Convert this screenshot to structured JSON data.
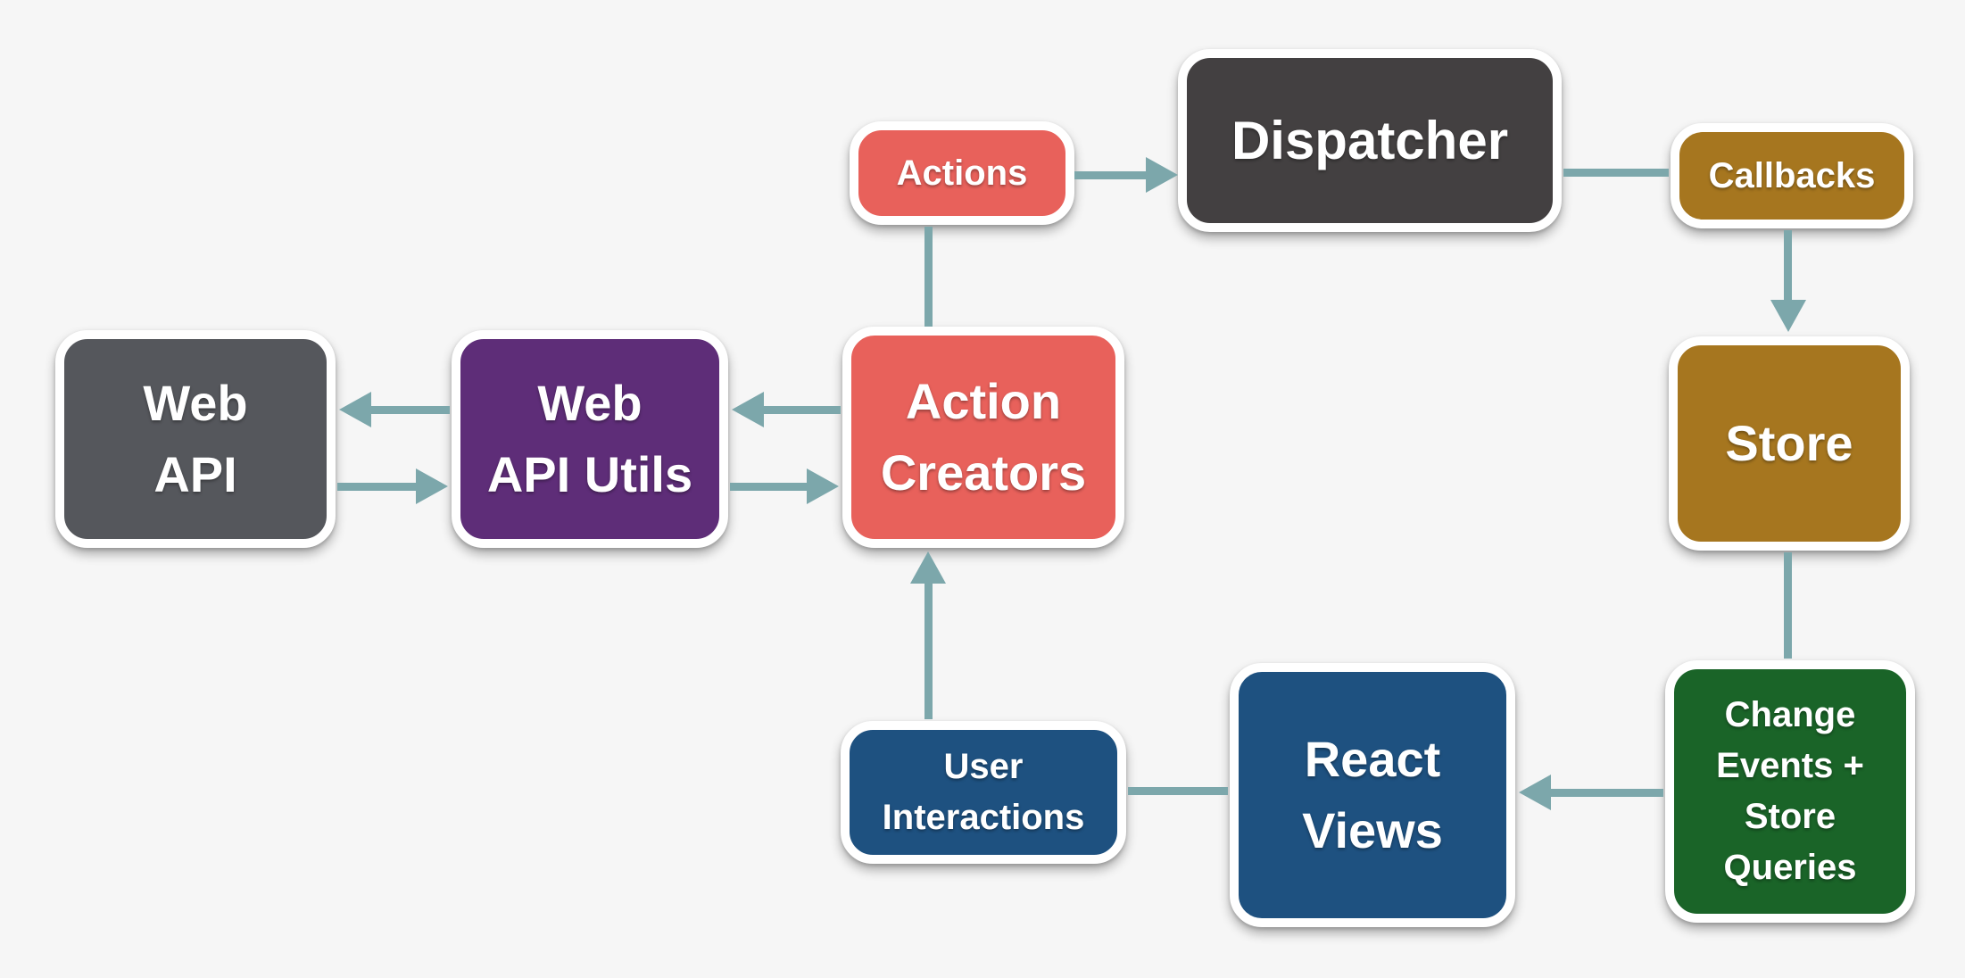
{
  "diagram_type": "flux-data-flow",
  "colors": {
    "background": "#F6F6F6",
    "arrow": "#7CA7AB",
    "node_border": "#FFFFFF",
    "node_text": "#FFFFFF",
    "red": "#E8615B",
    "dark_gray": "#434041",
    "gold": "#A6761F",
    "slate_gray": "#55575C",
    "purple": "#5E2D78",
    "blue": "#1E5180",
    "green": "#1A6428"
  },
  "nodes": {
    "actions": {
      "label": "Actions",
      "color": "#E8615B"
    },
    "dispatcher": {
      "label": "Dispatcher",
      "color": "#434041"
    },
    "callbacks": {
      "label": "Callbacks",
      "color": "#A6761F"
    },
    "web_api": {
      "label": "Web\nAPI",
      "color": "#55575C"
    },
    "web_api_utils": {
      "label": "Web\nAPI Utils",
      "color": "#5E2D78"
    },
    "action_creators": {
      "label": "Action\nCreators",
      "color": "#E8615B"
    },
    "store": {
      "label": "Store",
      "color": "#A6761F"
    },
    "user_interactions": {
      "label": "User\nInteractions",
      "color": "#1E5180"
    },
    "react_views": {
      "label": "React\nViews",
      "color": "#1E5180"
    },
    "change_events": {
      "label": "Change\nEvents +\nStore\nQueries",
      "color": "#1A6428"
    }
  },
  "edges": [
    {
      "from": "actions",
      "to": "dispatcher",
      "arrowhead": true
    },
    {
      "from": "dispatcher",
      "to": "callbacks",
      "arrowhead": false
    },
    {
      "from": "callbacks",
      "to": "store",
      "arrowhead": true
    },
    {
      "from": "store",
      "to": "change_events",
      "arrowhead": false
    },
    {
      "from": "change_events",
      "to": "react_views",
      "arrowhead": true
    },
    {
      "from": "react_views",
      "to": "user_interactions",
      "arrowhead": false
    },
    {
      "from": "user_interactions",
      "to": "action_creators",
      "arrowhead": true
    },
    {
      "from": "action_creators",
      "to": "actions",
      "arrowhead": false
    },
    {
      "from": "action_creators",
      "to": "web_api_utils",
      "arrowhead": true
    },
    {
      "from": "web_api_utils",
      "to": "action_creators",
      "arrowhead": true
    },
    {
      "from": "web_api_utils",
      "to": "web_api",
      "arrowhead": true
    },
    {
      "from": "web_api",
      "to": "web_api_utils",
      "arrowhead": true
    }
  ]
}
